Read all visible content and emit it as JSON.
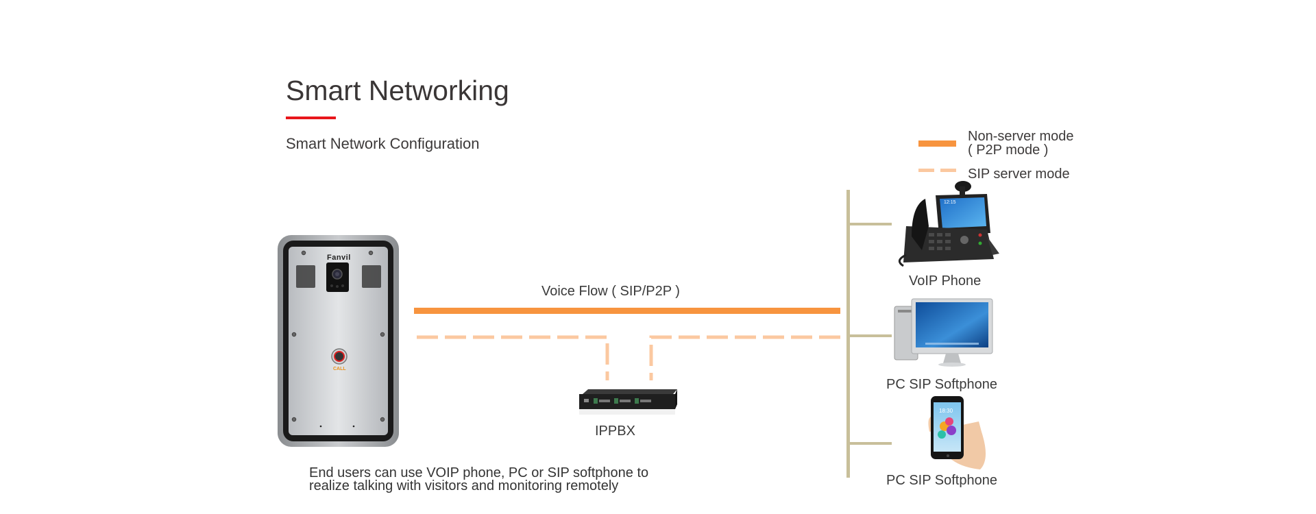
{
  "header": {
    "title": "Smart Networking",
    "subtitle": "Smart Network Configuration",
    "accent_color": "#e8161b"
  },
  "legend": {
    "items": [
      {
        "label_line1": "Non-server mode",
        "label_line2": " ( P2P mode )",
        "style": "solid",
        "color": "#f7943f"
      },
      {
        "label_line1": "SIP server mode",
        "style": "dashed",
        "color": "#fbc8a0"
      }
    ]
  },
  "diagram": {
    "voice_flow_label": "Voice Flow ( SIP/P2P )",
    "door_phone": {
      "brand": "Fanvil",
      "button_label": "CALL"
    },
    "ippbx_label": "IPPBX",
    "bus_color": "#c8bf9a",
    "endpoints": [
      {
        "label": "VoIP Phone",
        "icon": "desk-phone-icon"
      },
      {
        "label": "PC SIP Softphone",
        "icon": "desktop-computer-icon"
      },
      {
        "label": "PC SIP Softphone",
        "icon": "smartphone-icon"
      }
    ],
    "phone_screen_time": "12:15",
    "mobile_screen_time": "18:30"
  },
  "caption": {
    "line1": "End users can use VOIP phone, PC or SIP softphone to",
    "line2": "realize talking with visitors and monitoring remotely"
  }
}
